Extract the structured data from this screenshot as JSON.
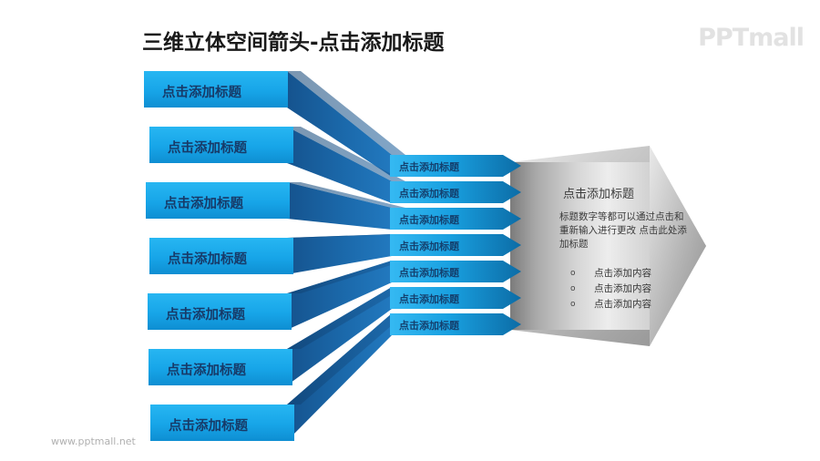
{
  "slide": {
    "title": "三维立体空间箭头-点击添加标题",
    "brand_logo": "PPTmall",
    "footer_url": "www.pptmall.net",
    "background_color": "#ffffff"
  },
  "colors": {
    "bar_blue_light": "#22b0ee",
    "bar_blue_dark": "#0e8fd4",
    "band_dark_blue": "#14548f",
    "band_mid_blue": "#1f74b8",
    "mid_bar_light": "#2fb5f0",
    "mid_bar_dark": "#0e6ea8",
    "panel_gray_dark": "#7d7d7d",
    "panel_gray_light": "#ececec",
    "title_text": "#1a1a1a",
    "bar_text": "#173a68",
    "logo_gray": "#e2e2e2",
    "footer_gray": "#b0b0b0"
  },
  "left_column": {
    "count": 7,
    "bars": [
      {
        "label": "点击添加标题"
      },
      {
        "label": "点击添加标题"
      },
      {
        "label": "点击添加标题"
      },
      {
        "label": "点击添加标题"
      },
      {
        "label": "点击添加标题"
      },
      {
        "label": "点击添加标题"
      },
      {
        "label": "点击添加标题"
      }
    ]
  },
  "middle_column": {
    "count": 7,
    "bars": [
      {
        "label": "点击添加标题"
      },
      {
        "label": "点击添加标题"
      },
      {
        "label": "点击添加标题"
      },
      {
        "label": "点击添加标题"
      },
      {
        "label": "点击添加标题"
      },
      {
        "label": "点击添加标题"
      },
      {
        "label": "点击添加标题"
      }
    ]
  },
  "panel": {
    "title": "点击添加标题",
    "body": "标题数字等都可以通过点击和重新输入进行更改 点击此处添加标题",
    "bullet_marker": "o",
    "bullets": [
      {
        "label": "点击添加内容"
      },
      {
        "label": "点击添加内容"
      },
      {
        "label": "点击添加内容"
      }
    ]
  }
}
